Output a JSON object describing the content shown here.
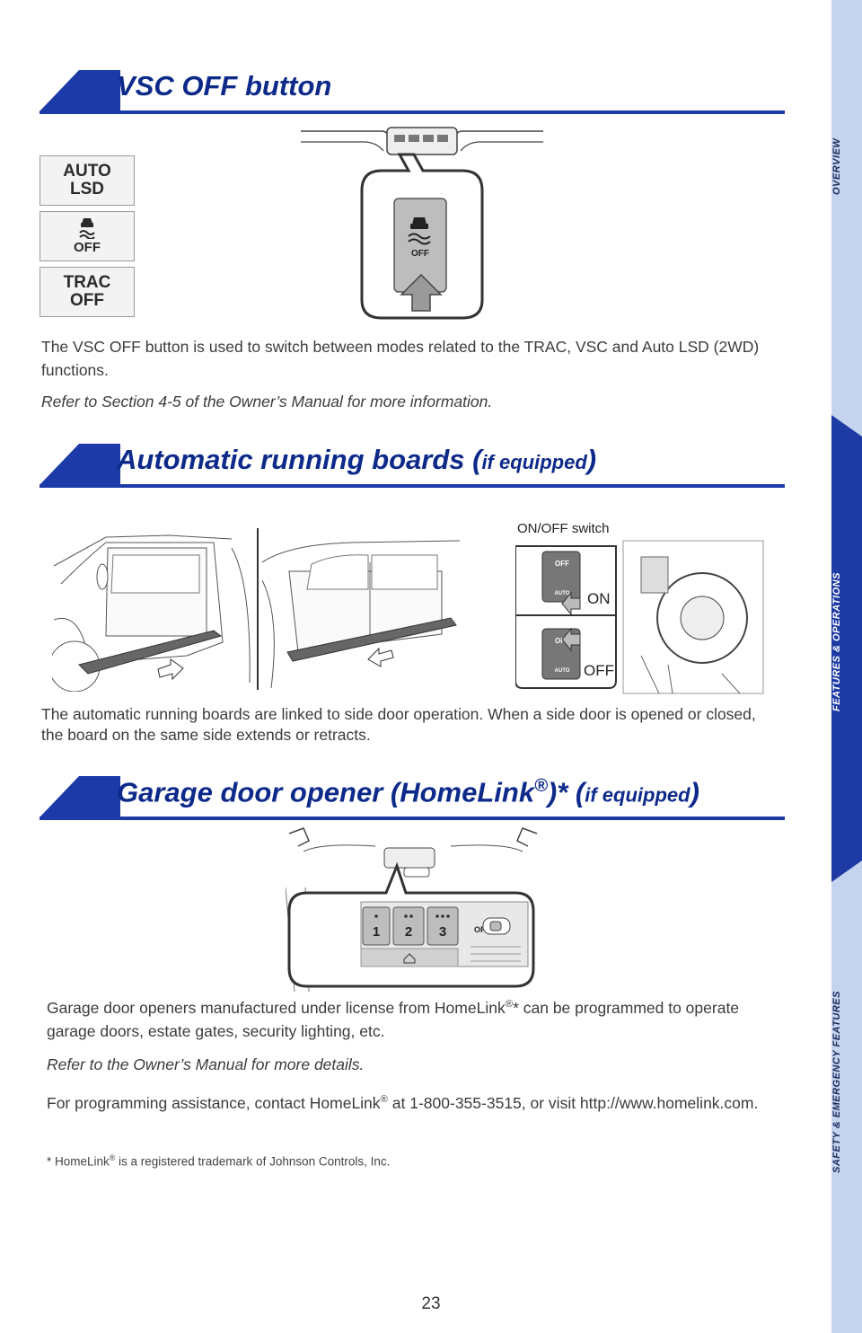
{
  "page_number": "23",
  "sidebar": {
    "labels": [
      "OVERVIEW",
      "FEATURES & OPERATIONS",
      "SAFETY & EMERGENCY FEATURES"
    ],
    "color": "#c5d3ef",
    "accent": "#0d2a8a"
  },
  "vsc": {
    "title": "VSC OFF button",
    "buttons": [
      {
        "line1": "AUTO",
        "line2": "LSD"
      },
      {
        "icon": "vsc-off-icon",
        "line1": "OFF"
      },
      {
        "line1": "TRAC",
        "line2": "OFF"
      }
    ],
    "figure_button_text": "OFF",
    "text": "The VSC OFF button is used to switch between modes related to the TRAC, VSC and Auto LSD (2WD) functions.",
    "note": "Refer to Section 4-5 of the Owner’s Manual for more information."
  },
  "boards": {
    "title": "Automatic running boards (",
    "title_small": "if equipped",
    "title_end": ")",
    "switch_caption": "ON/OFF switch",
    "switch_on": "ON",
    "switch_off": "OFF",
    "switch_key_off": "OFF",
    "switch_key_auto": "AUTO",
    "text": "The automatic running boards are linked to side door operation. When a side door is opened or closed, the board on the same side extends or retracts."
  },
  "garage": {
    "title_main": "Garage door opener (HomeLink",
    "title_reg": "®",
    "title_mid": ")* (",
    "title_small": "if equipped",
    "title_end": ")",
    "buttons": [
      "1",
      "2",
      "3"
    ],
    "off_label": "OFF",
    "text1_a": "Garage door openers manufactured under license from HomeLink",
    "text1_reg": "®",
    "text1_b": "* can be programmed to operate garage doors, estate gates, security lighting, etc.",
    "note": "Refer to the Owner’s Manual for more details.",
    "text2_a": "For programming assistance, contact HomeLink",
    "text2_reg": "®",
    "text2_b": " at 1-800-355-3515, or visit http://www.homelink.com.",
    "foot_a": "* HomeLink",
    "foot_reg": "®",
    "foot_b": " is a registered trademark of Johnson Controls, Inc."
  }
}
